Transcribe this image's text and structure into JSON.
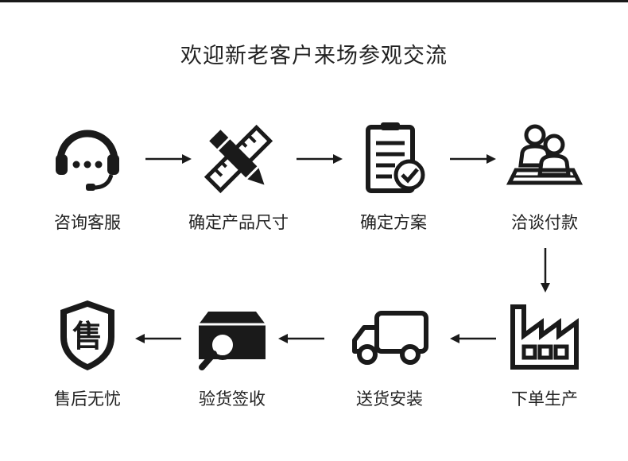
{
  "title": "欢迎新老客户来场参观交流",
  "steps": [
    {
      "label": "咨询客服",
      "icon": "headset-icon"
    },
    {
      "label": "确定产品尺寸",
      "icon": "pencil-ruler-icon"
    },
    {
      "label": "确定方案",
      "icon": "clipboard-check-icon"
    },
    {
      "label": "洽谈付款",
      "icon": "meeting-people-icon"
    },
    {
      "label": "下单生产",
      "icon": "factory-icon"
    },
    {
      "label": "送货安装",
      "icon": "truck-icon"
    },
    {
      "label": "验货签收",
      "icon": "box-inspect-icon"
    },
    {
      "label": "售后无忧",
      "icon": "shield-icon",
      "badge": "售"
    }
  ],
  "colors": {
    "icon": "#1a1a1a",
    "text": "#222222",
    "background": "#ffffff"
  }
}
